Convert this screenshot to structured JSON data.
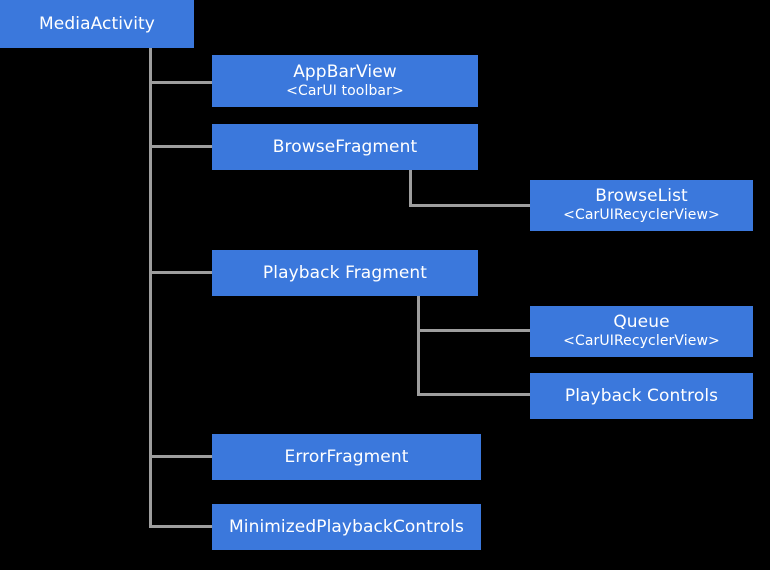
{
  "diagram": {
    "type": "tree-hierarchy",
    "background_color": "#000000",
    "node_color": "#3b78dc",
    "node_text_color": "#ffffff",
    "edge_color": "#9e9e9e",
    "root": {
      "id": "media-activity",
      "title": "MediaActivity",
      "subtitle": ""
    },
    "nodes": [
      {
        "id": "app-bar-view",
        "title": "AppBarView",
        "subtitle": "<CarUI toolbar>"
      },
      {
        "id": "browse-fragment",
        "title": "BrowseFragment",
        "subtitle": ""
      },
      {
        "id": "browse-list",
        "title": "BrowseList",
        "subtitle": "<CarUIRecyclerView>"
      },
      {
        "id": "playback-fragment",
        "title": "Playback Fragment",
        "subtitle": ""
      },
      {
        "id": "queue",
        "title": "Queue",
        "subtitle": "<CarUIRecyclerView>"
      },
      {
        "id": "playback-controls",
        "title": "Playback Controls",
        "subtitle": ""
      },
      {
        "id": "error-fragment",
        "title": "ErrorFragment",
        "subtitle": ""
      },
      {
        "id": "minimized-playback-controls",
        "title": "MinimizedPlaybackControls",
        "subtitle": ""
      }
    ],
    "edges": [
      {
        "from": "media-activity",
        "to": "app-bar-view"
      },
      {
        "from": "media-activity",
        "to": "browse-fragment"
      },
      {
        "from": "media-activity",
        "to": "playback-fragment"
      },
      {
        "from": "media-activity",
        "to": "error-fragment"
      },
      {
        "from": "media-activity",
        "to": "minimized-playback-controls"
      },
      {
        "from": "browse-fragment",
        "to": "browse-list"
      },
      {
        "from": "playback-fragment",
        "to": "queue"
      },
      {
        "from": "playback-fragment",
        "to": "playback-controls"
      }
    ]
  }
}
